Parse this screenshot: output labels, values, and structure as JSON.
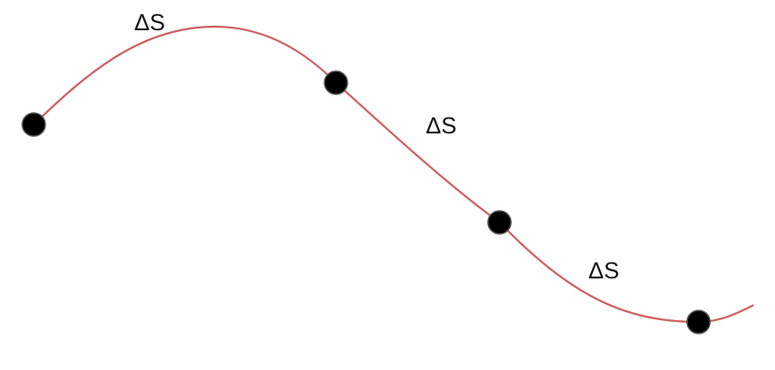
{
  "diagram": {
    "labels": [
      "ΔS",
      "ΔS",
      "ΔS"
    ],
    "point_count": 4,
    "colors": {
      "curve": "#cd5c5c",
      "point_fill": "#000000",
      "point_stroke": "#555555",
      "label": "#111111"
    }
  }
}
